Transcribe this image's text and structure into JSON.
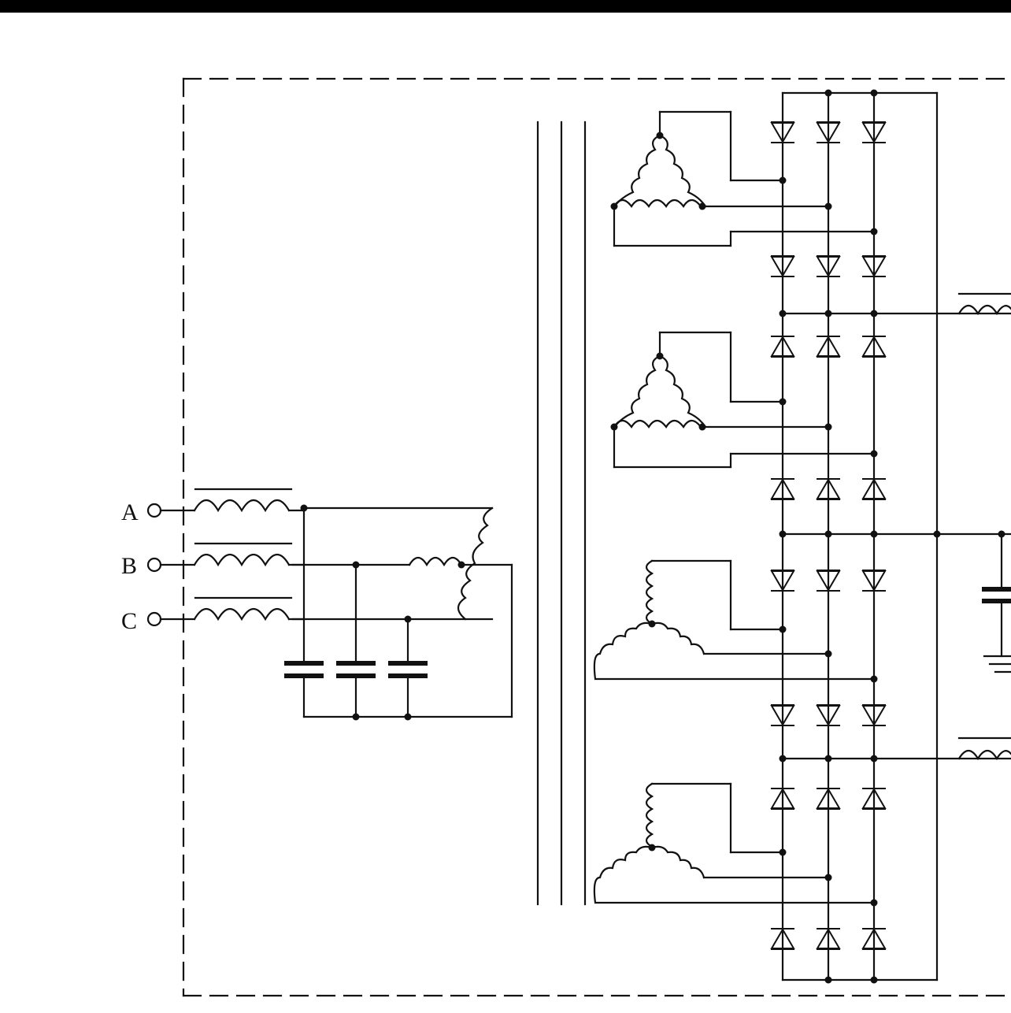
{
  "terminals": {
    "a": "A",
    "b": "B",
    "c": "C"
  }
}
